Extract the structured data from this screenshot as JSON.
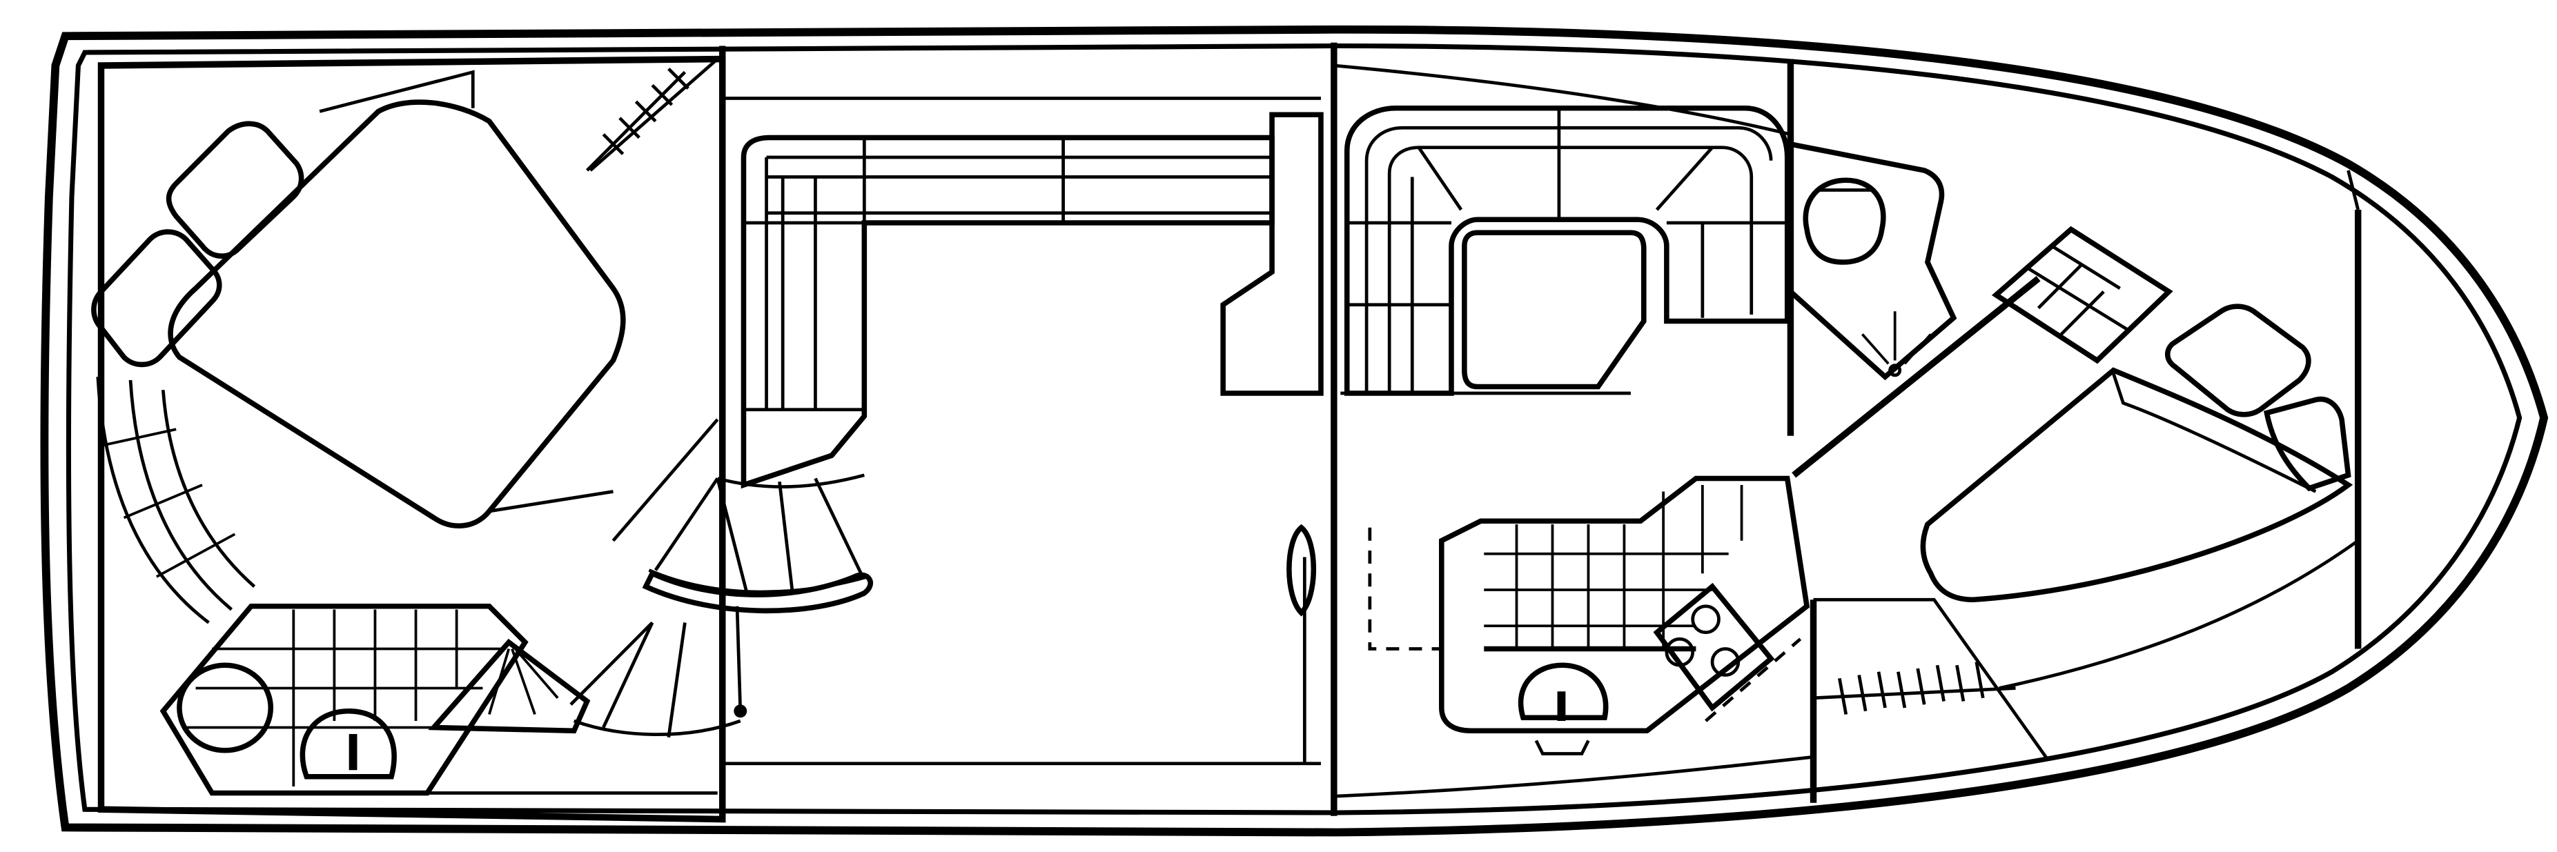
{
  "diagram": {
    "type": "boat-interior-floor-plan",
    "style": "black line drawing on white",
    "colors": {
      "line": "#000000",
      "background": "#ffffff"
    },
    "orientation": "stern-left, bow-right",
    "areas": [
      {
        "id": "aft-stateroom",
        "features": [
          "island-berth",
          "pillows-2",
          "curved-settee",
          "hanging-locker"
        ]
      },
      {
        "id": "aft-head",
        "features": [
          "toilet",
          "sink",
          "shower-corner",
          "tile-floor"
        ]
      },
      {
        "id": "companionway",
        "features": [
          "curved-steps",
          "handrail"
        ]
      },
      {
        "id": "salon",
        "features": [
          "l-shaped-sofa",
          "cabinet",
          "open-floor"
        ]
      },
      {
        "id": "dinette",
        "features": [
          "u-shaped-seating",
          "table"
        ]
      },
      {
        "id": "galley",
        "features": [
          "three-burner-stove",
          "sink",
          "tile-floor",
          "counter"
        ]
      },
      {
        "id": "forward-head",
        "features": [
          "toilet",
          "shower-drain"
        ]
      },
      {
        "id": "forward-stateroom",
        "features": [
          "v-berth",
          "pillows-2",
          "hanging-locker",
          "drawers"
        ]
      }
    ]
  }
}
